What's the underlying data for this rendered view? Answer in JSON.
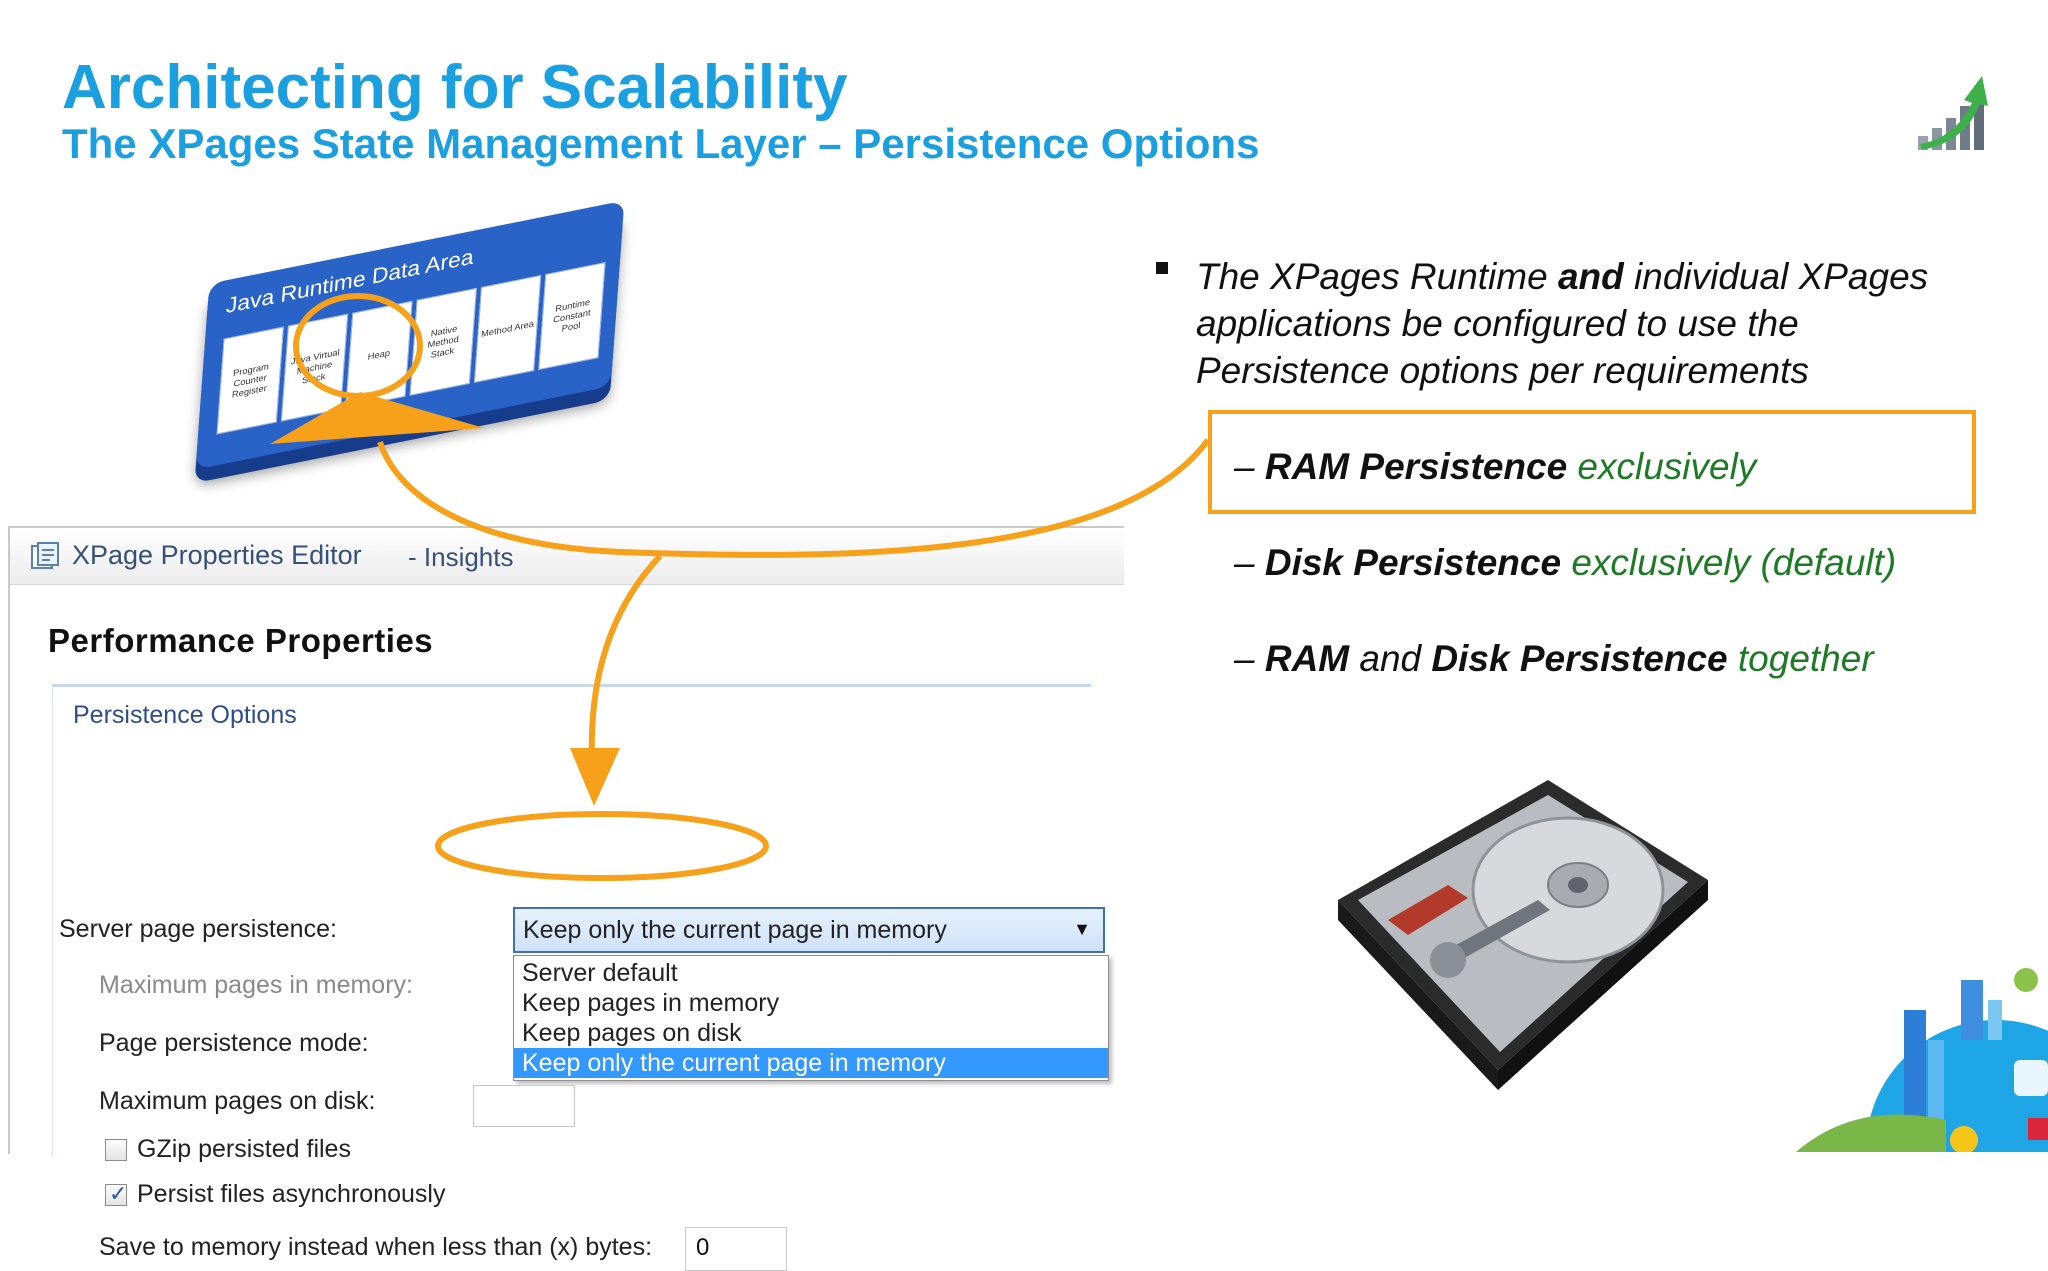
{
  "slide": {
    "title": "Architecting for Scalability",
    "subtitle": "The XPages State Management Layer – Persistence Options"
  },
  "jvm_diagram": {
    "title": "Java Runtime  Data Area",
    "cells": [
      "Program Counter Register",
      "Java Virtual Machine Stack",
      "Heap",
      "Native Method Stack",
      "Method Area",
      "Runtime Constant Pool"
    ]
  },
  "properties_editor": {
    "header_title": "XPage Properties Editor",
    "header_suffix": "- Insights",
    "section_title": "Performance Properties",
    "group_title": "Persistence Options",
    "server_page_persistence_label": "Server page persistence:",
    "selected_value": "Keep only the current page in memory",
    "dropdown_options": [
      "Server default",
      "Keep pages in memory",
      "Keep pages on disk",
      "Keep only the current page in memory"
    ],
    "max_pages_memory_label": "Maximum pages in memory:",
    "page_persistence_mode_label": "Page persistence mode:",
    "max_pages_disk_label": "Maximum pages on disk:",
    "gzip_label": "GZip persisted files",
    "gzip_checked": false,
    "persist_async_label": "Persist files asynchronously",
    "persist_async_checked": true,
    "save_memory_label": "Save to memory instead when less than (x) bytes:",
    "save_memory_value": "0"
  },
  "bullets": {
    "main": {
      "line1_a": "The XPages Runtime ",
      "line1_b": "and",
      "line1_c": " individual XPages",
      "line2": "applications be configured to use the",
      "line3": "Persistence options per requirements"
    },
    "sub": [
      {
        "dash": "–",
        "bold": "RAM Persistence",
        "green": " exclusively"
      },
      {
        "dash": "–",
        "bold": "Disk Persistence",
        "green": " exclusively (default)"
      },
      {
        "dash": "–",
        "bold1": "RAM",
        "plain": " and ",
        "bold2": "Disk Persistence",
        "green": " together"
      }
    ]
  },
  "colors": {
    "title_blue": "#1a9fe0",
    "highlight_orange": "#f7a11a",
    "green_text": "#1e7b25",
    "selection_blue": "#3399ff"
  },
  "icons": [
    "growth-chart-icon",
    "form-icon",
    "hard-drive-image",
    "city-cloud-illustration"
  ]
}
